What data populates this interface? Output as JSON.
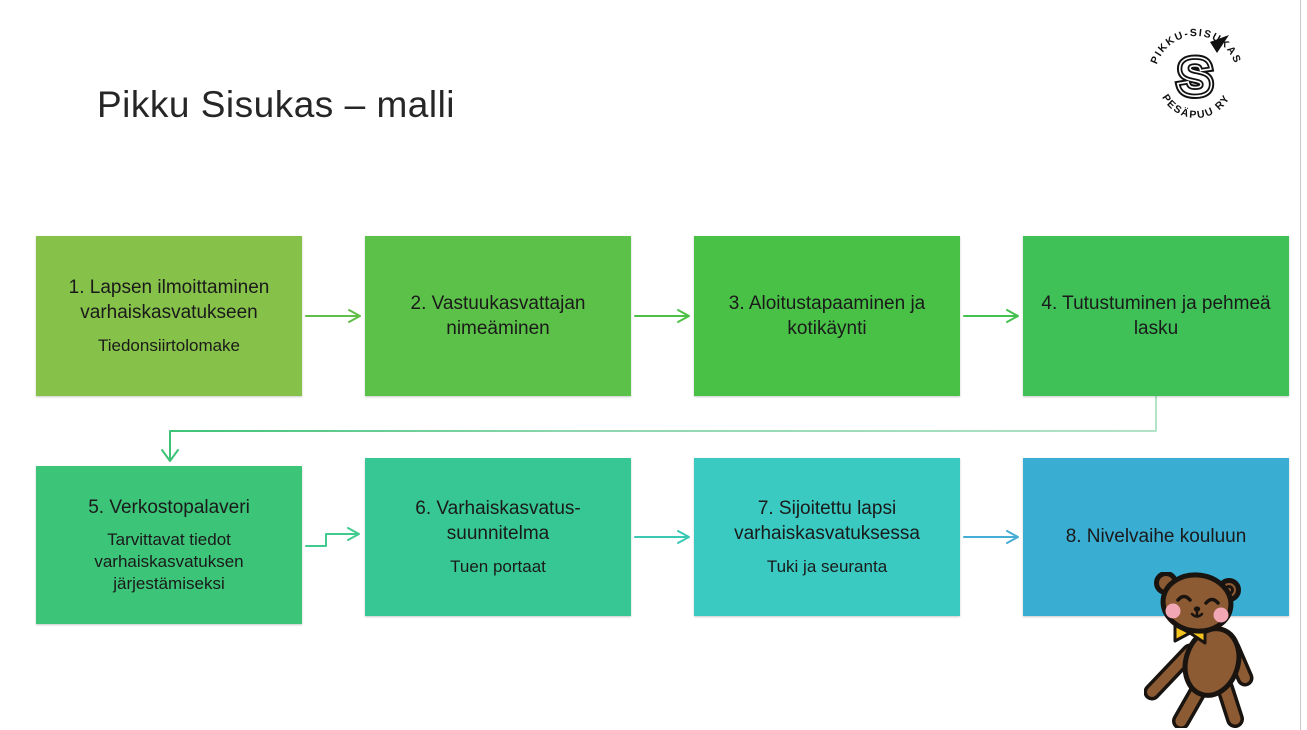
{
  "slide": {
    "title": "Pikku Sisukas – malli",
    "logo": {
      "arc_top": "PIKKU-SISUKAS",
      "arc_bottom": "PESÄPUU RY",
      "monogram": "S"
    },
    "boxes": [
      {
        "title": "1. Lapsen ilmoittaminen varhaiskasvatukseen",
        "subtitle": "Tiedonsiirtolomake"
      },
      {
        "title": "2. Vastuukasvattajan nimeäminen",
        "subtitle": ""
      },
      {
        "title": "3. Aloitustapaaminen ja kotikäynti",
        "subtitle": ""
      },
      {
        "title": "4. Tutustuminen ja pehmeä lasku",
        "subtitle": ""
      },
      {
        "title": "5. Verkostopalaveri",
        "subtitle": "Tarvittavat tiedot varhaiskasvatuksen järjestämiseksi"
      },
      {
        "title": "6. Varhaiskasvatus-suunnitelma",
        "subtitle": "Tuen portaat"
      },
      {
        "title": "7. Sijoitettu lapsi varhaiskasvatuksessa",
        "subtitle": "Tuki ja seuranta"
      },
      {
        "title": "8. Nivelvaihe kouluun",
        "subtitle": ""
      }
    ],
    "colors": {
      "canvas_bg": "#ffffff",
      "title_ink": "#262626",
      "text_dark": "#1a1a1a",
      "box_1": "#86C14A",
      "box_2": "#5CC148",
      "box_3": "#49C147",
      "box_4": "#3FC158",
      "box_5": "#3CC478",
      "box_6": "#37C795",
      "box_7": "#3ACAC2",
      "box_8": "#3AADD2",
      "arrow_1": "#5FBF49",
      "arrow_2": "#4FC047",
      "arrow_3": "#46C14F",
      "arrow_5": "#41CA8E",
      "arrow_6": "#3CC9B4",
      "arrow_7": "#46ADD5",
      "connector_light": "#B2E3C7",
      "connector_mid": "#8CD6AD",
      "connector_dark": "#3EC377",
      "slide_edge": "#c9c9c9",
      "logo_ink": "#111111",
      "bear_fur": "#8C5A33",
      "bear_outline": "#191410",
      "bear_cheek": "#F2A7B5",
      "bear_bow": "#F6C41E"
    }
  }
}
